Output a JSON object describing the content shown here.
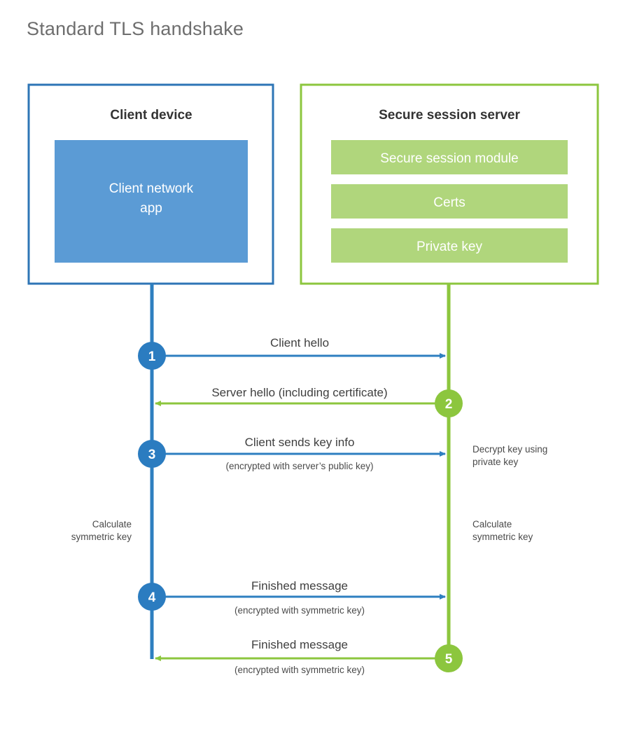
{
  "title": "Standard TLS handshake",
  "colors": {
    "client_border": "#2e75b6",
    "client_line": "#2e7fc0",
    "client_fill": "#5b9bd5",
    "client_circle": "#2b7cc0",
    "server_border": "#8cc63e",
    "server_line": "#8cc63e",
    "server_fill": "#b0d67c",
    "server_circle": "#8cc63e",
    "title_text": "#6e6e6e",
    "body_text": "#3f3f3f",
    "background": "#ffffff"
  },
  "panels": {
    "client": {
      "title": "Client device",
      "app_label_line1": "Client network",
      "app_label_line2": "app"
    },
    "server": {
      "title": "Secure session server",
      "modules": [
        {
          "label": "Secure session module"
        },
        {
          "label": "Certs"
        },
        {
          "label": "Private key"
        }
      ]
    }
  },
  "steps": [
    {
      "number": "1",
      "label": "Client hello",
      "sublabel": "",
      "direction": "client-to-server",
      "actor": "client"
    },
    {
      "number": "2",
      "label": "Server hello (including certificate)",
      "sublabel": "",
      "direction": "server-to-client",
      "actor": "server"
    },
    {
      "number": "3",
      "label": "Client sends key info",
      "sublabel": "(encrypted with server’s public key)",
      "direction": "client-to-server",
      "actor": "client"
    },
    {
      "number": "4",
      "label": "Finished message",
      "sublabel": "(encrypted with symmetric key)",
      "direction": "client-to-server",
      "actor": "client"
    },
    {
      "number": "5",
      "label": "Finished message",
      "sublabel": "(encrypted with symmetric key)",
      "direction": "server-to-client",
      "actor": "server"
    }
  ],
  "annotations": {
    "server_decrypt_line1": "Decrypt key using",
    "server_decrypt_line2": "private key",
    "client_calc_line1": "Calculate",
    "client_calc_line2": "symmetric key",
    "server_calc_line1": "Calculate",
    "server_calc_line2": "symmetric key"
  }
}
